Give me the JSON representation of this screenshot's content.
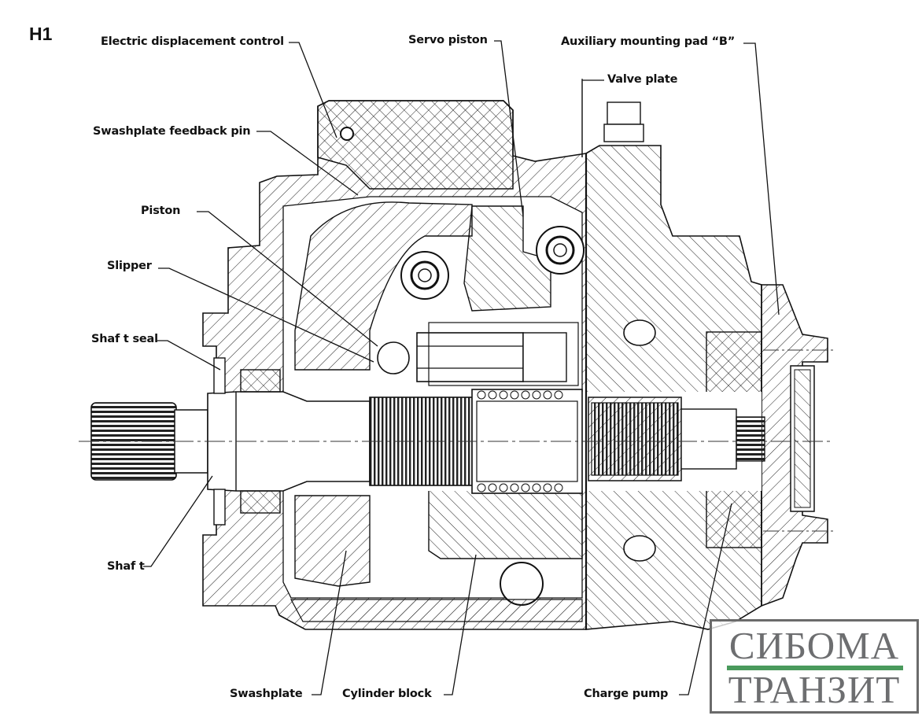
{
  "figure": {
    "id_label": "H1",
    "title": "Cross-section of H1 hydrostatic pump"
  },
  "callouts": {
    "electric_displacement_control": "Electric displacement control",
    "servo_piston": "Servo piston",
    "auxiliary_mounting_pad": "Auxiliary mounting pad “B”",
    "valve_plate": "Valve plate",
    "swashplate_feedback_pin": "Swashplate feedback pin",
    "piston": "Piston",
    "slipper": "Slipper",
    "shaft_seal": "Shaf t seal",
    "shaft": "Shaf t",
    "swashplate": "Swashplate",
    "cylinder_block": "Cylinder block",
    "charge_pump": "Charge pump"
  },
  "watermark": {
    "line1": "СИБОМА",
    "line2": "ТРАНЗИТ",
    "text_color": "#6d6e70",
    "bar_color": "#4a9a5c",
    "border_color": "#6b6b6b"
  },
  "colors": {
    "ink": "#111111",
    "background": "#ffffff"
  }
}
